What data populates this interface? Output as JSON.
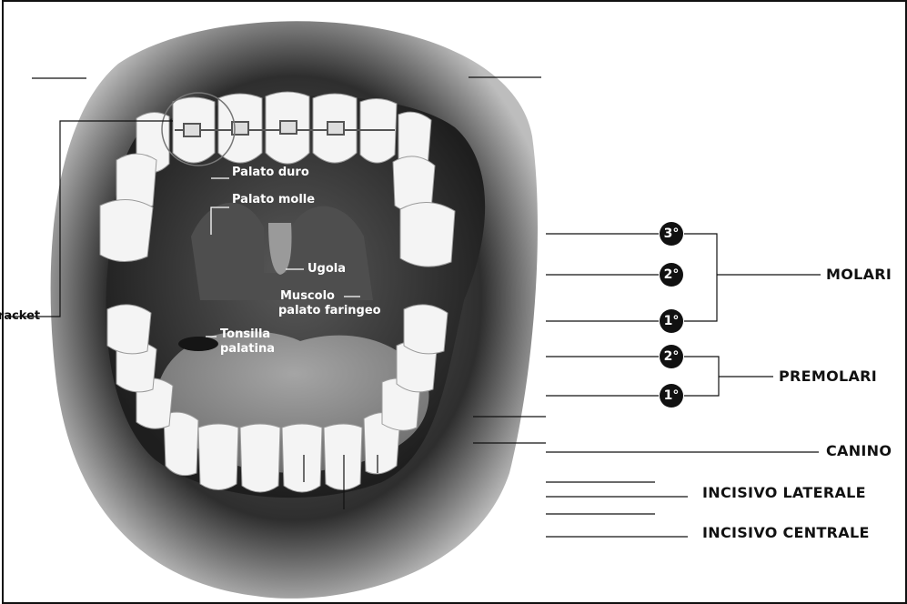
{
  "anatomy": {
    "palato_duro": "Palato duro",
    "palato_molle": "Palato molle",
    "ugola": "Ugola",
    "muscolo_line1": "Muscolo",
    "muscolo_line2": "palato faringeo",
    "tonsilla_line1": "Tonsilla",
    "tonsilla_line2": "palatina",
    "bracket": "Bracket"
  },
  "groups": {
    "molari": "MOLARI",
    "premolari": "PREMOLARI",
    "canino": "CANINO",
    "incisivo_laterale": "INCISIVO LATERALE",
    "incisivo_centrale": "INCISIVO CENTRALE"
  },
  "badges": {
    "molare_3": "3°",
    "molare_2": "2°",
    "molare_1": "1°",
    "premolare_2": "2°",
    "premolare_1": "1°"
  },
  "colors": {
    "lips": "#2a2a2a",
    "cavity": "#3a3a3a",
    "tongue": "#8a8a8a",
    "teeth": "#f4f4f4",
    "ink": "#111111"
  }
}
